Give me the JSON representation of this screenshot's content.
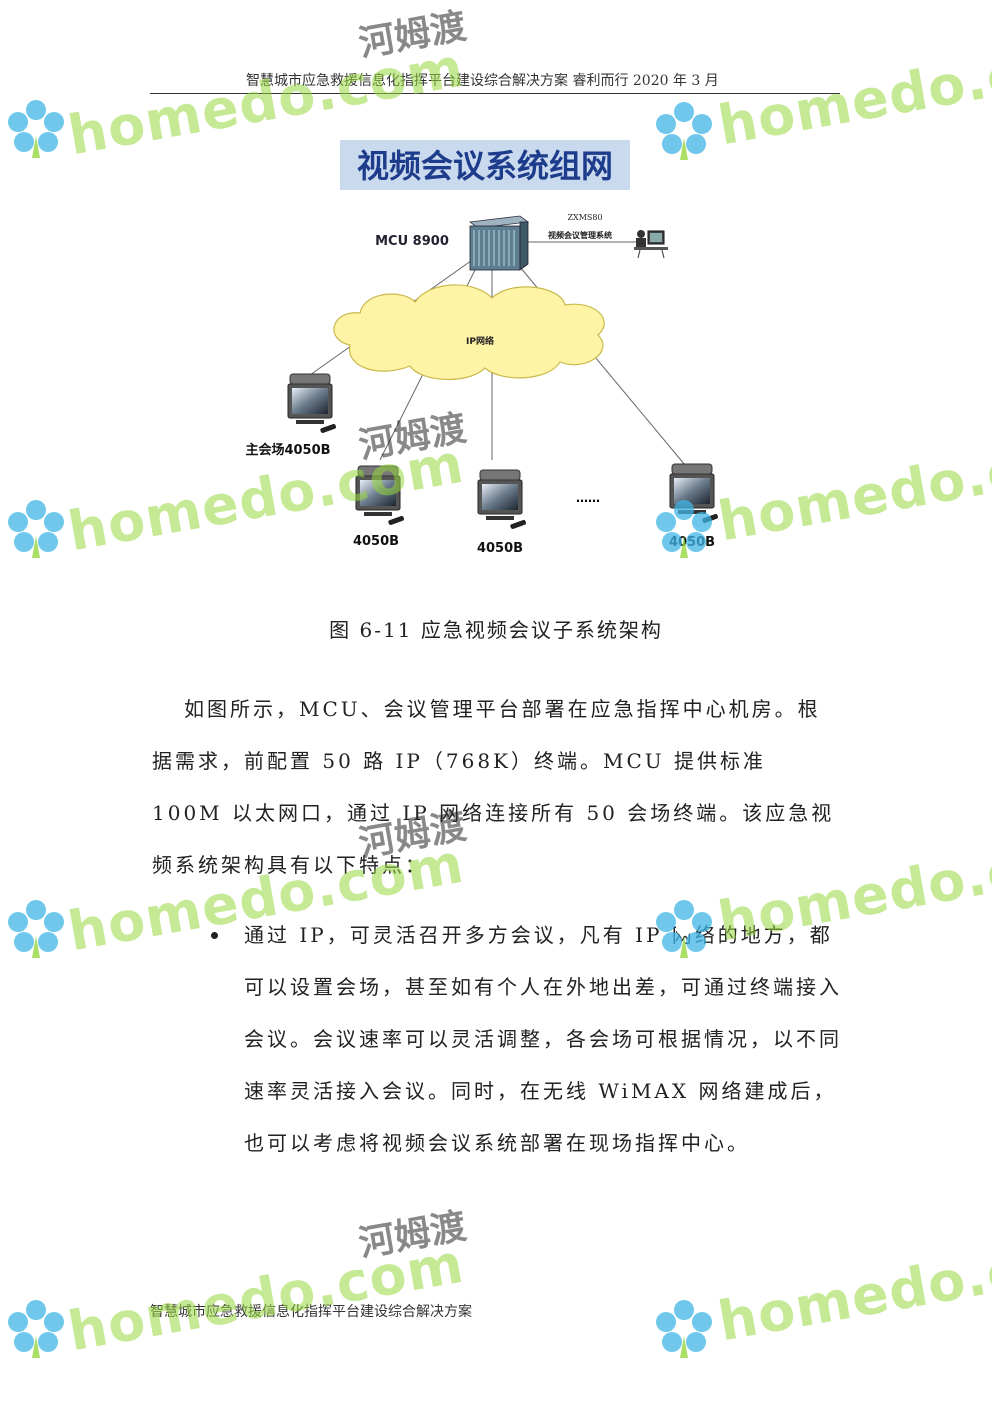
{
  "header": {
    "title": "智慧城市应急救援信息化指挥平台建设综合解决方案  睿利而行  2020 年 3 月"
  },
  "figure": {
    "banner": "视频会议系统组网",
    "mcu_label": "MCU 8900",
    "mgmt_model": "ZXMS80",
    "mgmt_label": "视频会议管理系统",
    "network_label": "IP网络",
    "main_terminal": "主会场4050B",
    "terminals": [
      "4050B",
      "4050B",
      "4050B"
    ],
    "ellipsis": "……"
  },
  "caption": "图 6-11 应急视频会议子系统架构",
  "paragraph": "如图所示，MCU、会议管理平台部署在应急指挥中心机房。根据需求，前配置 50 路 IP（768K）终端。MCU 提供标准 100M 以太网口，通过 IP 网络连接所有 50 会场终端。该应急视频系统架构具有以下特点：",
  "bullet": "通过 IP，可灵活召开多方会议，凡有 IP 网络的地方，都可以设置会场，甚至如有个人在外地出差，可通过终端接入会议。会议速率可以灵活调整，各会场可根据情况，以不同速率灵活接入会议。同时，在无线 WiMAX 网络建成后，也可以考虑将视频会议系统部署在现场指挥中心。",
  "footer": {
    "title": "智慧城市应急救援信息化指挥平台建设综合解决方案"
  },
  "watermark": {
    "brand": "homedo.com",
    "cn": "河姆渡"
  },
  "colors": {
    "banner_bg": "#c9d9ee",
    "banner_text": "#1e3c8c",
    "cloud": "#fff3a6",
    "watermark_green": "#96d73c",
    "flower_blue": "#3fb6e6"
  }
}
